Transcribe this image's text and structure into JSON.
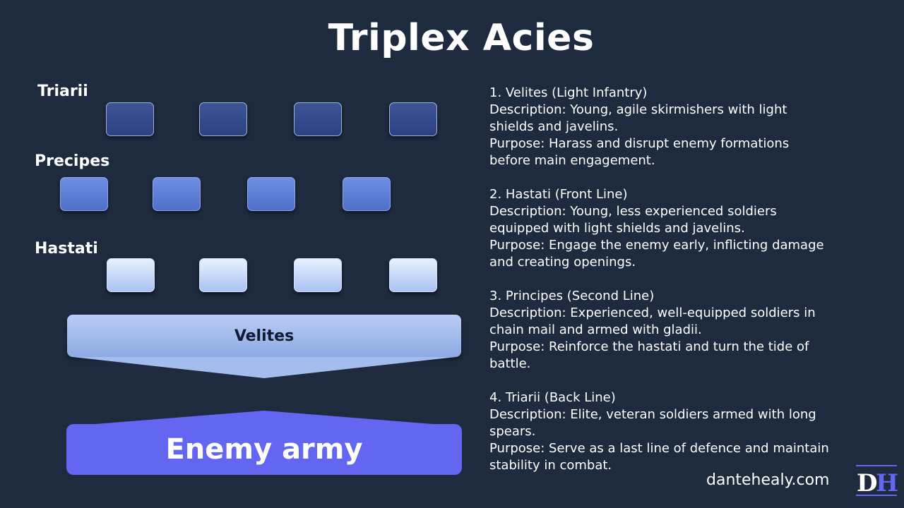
{
  "title": "Triplex Acies",
  "rows": {
    "triarii": "Triarii",
    "precipes": "Precipes",
    "hastati": "Hastati"
  },
  "velites_label": "Velites",
  "enemy_label": "Enemy army",
  "descriptions": [
    {
      "heading": "1. Velites (Light Infantry)",
      "lines": [
        "Description: Young, agile skirmishers with light",
        "shields and javelins.",
        "Purpose: Harass and disrupt enemy formations",
        "before main engagement."
      ]
    },
    {
      "heading": "2. Hastati (Front Line)",
      "lines": [
        "Description: Young, less experienced soldiers",
        "equipped with light shields and javelins.",
        "Purpose: Engage the enemy early, inflicting damage",
        "and creating openings."
      ]
    },
    {
      "heading": "3. Principes (Second Line)",
      "lines": [
        "Description: Experienced, well-equipped soldiers in",
        "chain mail and armed with gladii.",
        "Purpose: Reinforce the hastati and turn the tide of",
        "battle."
      ]
    },
    {
      "heading": "4. Triarii (Back Line)",
      "lines": [
        "Description: Elite, veteran soldiers armed with long",
        "spears.",
        "Purpose: Serve as a last line of defence and maintain",
        "stability in combat."
      ]
    }
  ],
  "website": "dantehealy.com",
  "logo_letters": "DH",
  "colors": {
    "background": "#1e2a3e",
    "enemy": "#6366f1",
    "triarii": "#2f4585",
    "precipes": "#5b7bd6",
    "hastati": "#c4d7f8",
    "velites": "#a4bcee"
  }
}
